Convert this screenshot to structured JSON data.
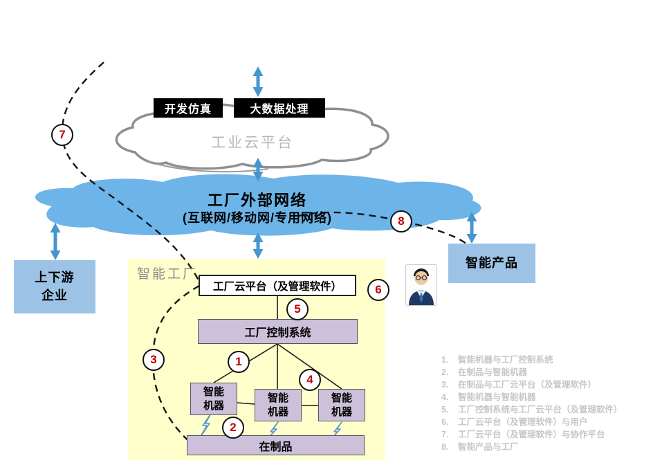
{
  "diagram": {
    "top": {
      "dev_sim": "开发仿真",
      "big_data": "大数据处理",
      "industrial_cloud": "工业云平台"
    },
    "network": {
      "title": "工厂外部网络",
      "subtitle": "(互联网/移动网/专用网络)"
    },
    "partners": "上下游\n企业",
    "smart_product": "智能产品",
    "factory": {
      "title": "智能工厂",
      "cloud_platform": "工厂云平台（及管理软件）",
      "control_system": "工厂控制系统",
      "machine": "智能\n机器",
      "wip": "在制品"
    },
    "markers": [
      "1",
      "2",
      "3",
      "4",
      "5",
      "6",
      "7",
      "8"
    ],
    "legend": [
      {
        "num": "1.",
        "text": "智能机器与工厂控制系统"
      },
      {
        "num": "2.",
        "text": "在制品与智能机器"
      },
      {
        "num": "3.",
        "text": "在制品与工厂云平台（及管理软件）"
      },
      {
        "num": "4.",
        "text": "智能机器与智能机器"
      },
      {
        "num": "5.",
        "text": "工厂控制系统与工厂云平台（及管理软件）"
      },
      {
        "num": "6.",
        "text": "工厂云平台（及管理软件）与用户"
      },
      {
        "num": "7.",
        "text": "工厂云平台（及管理软件）与协作平台"
      },
      {
        "num": "8.",
        "text": "智能产品与工厂"
      }
    ],
    "colors": {
      "arrow_blue": "#4695ce",
      "network_cloud_fill": "#6db4e8",
      "factory_fill": "#ffffcc",
      "module_fill": "#ccc0da",
      "partner_fill": "#9cc3e6",
      "marker_number": "#c00000",
      "legend_text": "#c6c6c6"
    }
  }
}
